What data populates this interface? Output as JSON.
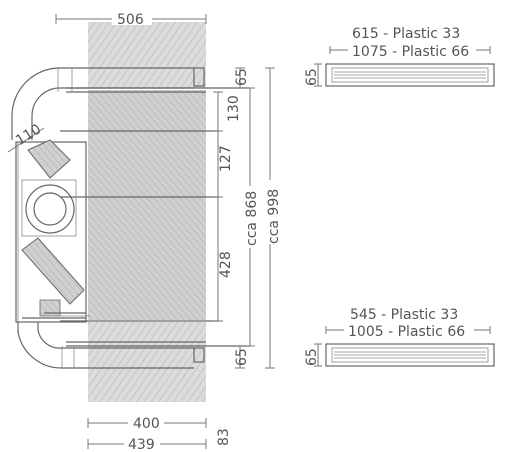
{
  "dimensions": {
    "top_width": "506",
    "bottom_inner_width": "400",
    "bottom_outer_width": "439",
    "bottom_depth": "83",
    "right_top": "65",
    "right_130": "130",
    "right_127": "127",
    "right_428": "428",
    "right_bottom": "65",
    "cca_868": "cca 868",
    "cca_998": "cca 998",
    "label_depth_top": "65",
    "label_depth_bottom": "65",
    "hose_label": "110"
  },
  "grilles": {
    "top": {
      "line1": "615 - Plastic 33",
      "line2": "1075 - Plastic 66"
    },
    "bottom": {
      "line1": "545 - Plastic 33",
      "line2": "1005 - Plastic 66"
    }
  },
  "colors": {
    "wall_fill": "#d6d6d6",
    "line": "#666666",
    "text": "#555555",
    "background": "#ffffff"
  }
}
